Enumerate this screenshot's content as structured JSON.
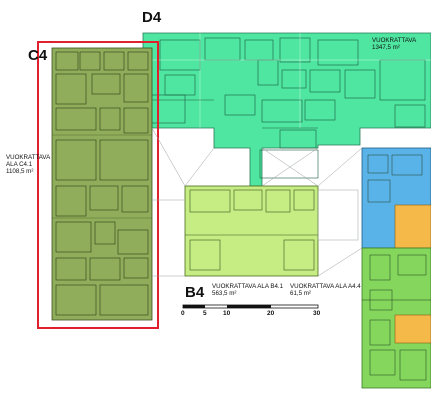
{
  "plan": {
    "wings": {
      "c4": "C4",
      "d4": "D4",
      "b4": "B4"
    },
    "areas": {
      "c4_line1": "VUOKRATTAVA",
      "c4_line2": "ALA C4.1",
      "c4_line3": "1108,5 m²",
      "d4_line1": "VUOKRATTAVA",
      "d4_line2": "1347,5 m²",
      "b4_line1": "VUOKRATTAVA ALA B4.1",
      "b4_line2": "563,5 m²",
      "a4_line1": "VUOKRATTAVA ALA A4.4",
      "a4_line2": "61,5 m²"
    },
    "scale_bar": {
      "ticks": [
        "0",
        "5",
        "10",
        "20",
        "30"
      ]
    },
    "colors": {
      "wing_c4": "#8fad5a",
      "wing_d4": "#4ee6a0",
      "wing_b4": "#c6ec84",
      "wing_a4_blue": "#5ab3e8",
      "wing_a4_green": "#84d65c",
      "highlight_frame": "#e0202c"
    }
  }
}
